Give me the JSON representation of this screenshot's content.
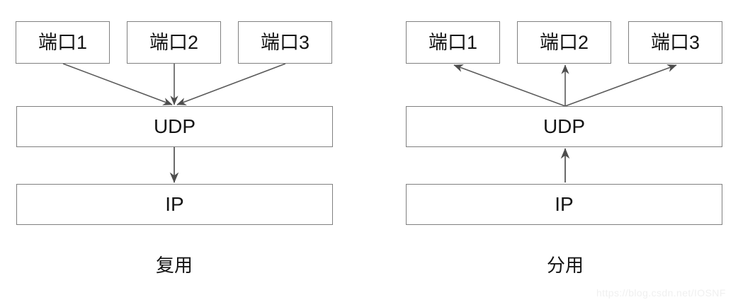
{
  "diagram": {
    "title_not_shown": "",
    "background_color": "#ffffff",
    "stroke_color": "#808080",
    "arrow_color": "#595959",
    "text_color": "#141414",
    "panels": [
      {
        "id": "left",
        "caption": "复用",
        "ports": [
          {
            "label": "端口1"
          },
          {
            "label": "端口2"
          },
          {
            "label": "端口3"
          }
        ],
        "layers": [
          {
            "label": "UDP"
          },
          {
            "label": "IP"
          }
        ],
        "flow_direction": "down"
      },
      {
        "id": "right",
        "caption": "分用",
        "ports": [
          {
            "label": "端口1"
          },
          {
            "label": "端口2"
          },
          {
            "label": "端口3"
          }
        ],
        "layers": [
          {
            "label": "UDP"
          },
          {
            "label": "IP"
          }
        ],
        "flow_direction": "up"
      }
    ]
  },
  "watermark": {
    "text": "https://blog.csdn.net/IOSNF"
  }
}
